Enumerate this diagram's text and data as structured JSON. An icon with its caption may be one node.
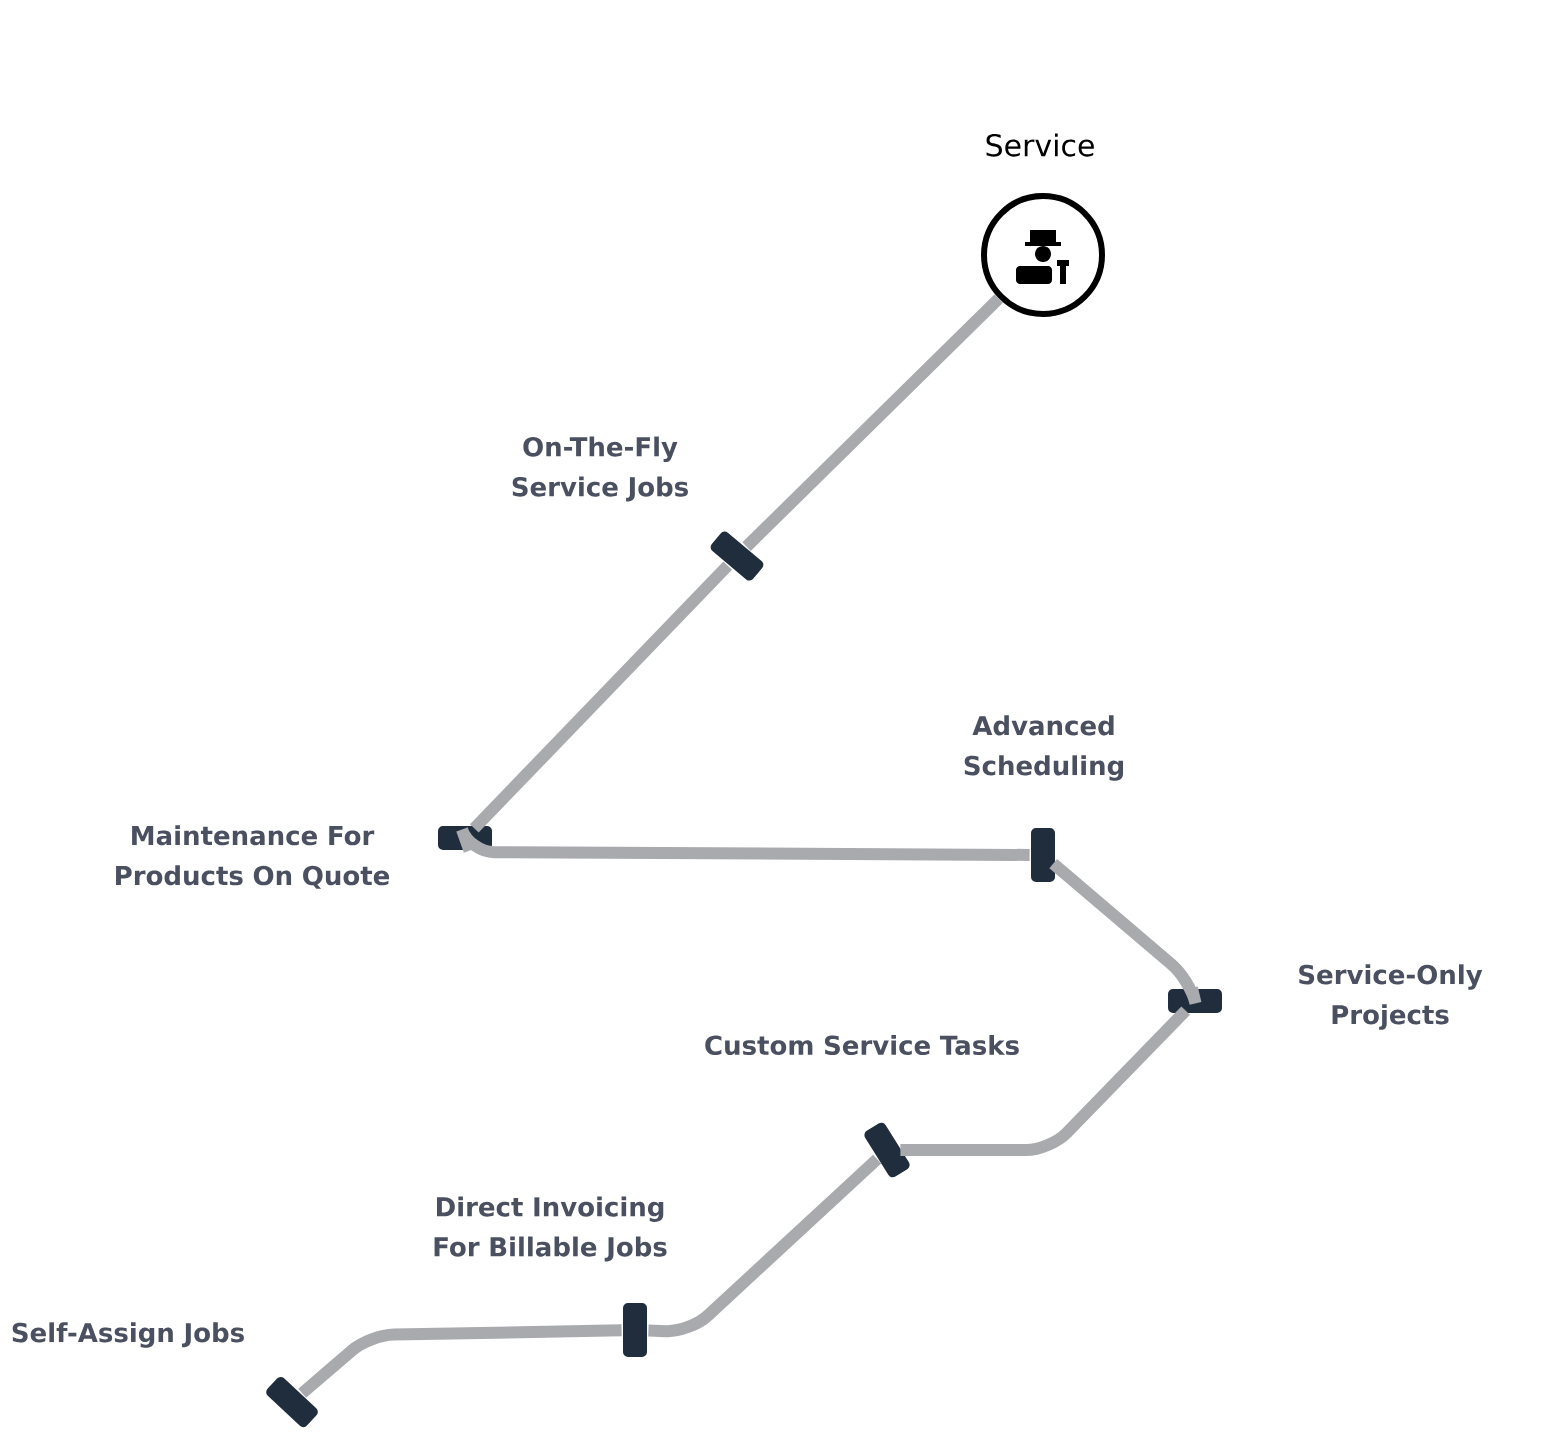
{
  "diagram": {
    "nodes": [
      {
        "text": [
          "Service"
        ]
      },
      {
        "text": [
          "On-The-Fly Service Jobs"
        ]
      },
      {
        "text": [
          "Maintenance For Products On Quote"
        ]
      },
      {
        "text": [
          "Advanced Scheduling"
        ]
      },
      {
        "text": [
          "Service-Only Projects"
        ]
      },
      {
        "text": [
          "Custom Service Tasks"
        ]
      },
      {
        "text": [
          "Direct Invoicing For Billable Jobs"
        ]
      },
      {
        "text": [
          "Self-Assign Jobs"
        ]
      }
    ],
    "edges": [
      {
        "from": 0,
        "to": 1,
        "arrow": "none"
      },
      {
        "from": 1,
        "to": 2,
        "arrow": "none"
      },
      {
        "from": 2,
        "to": 3,
        "arrow": "none"
      },
      {
        "from": 3,
        "to": 4,
        "arrow": "none"
      },
      {
        "from": 4,
        "to": 5,
        "arrow": "none"
      },
      {
        "from": 5,
        "to": 6,
        "arrow": "none"
      },
      {
        "from": 6,
        "to": 7,
        "arrow": "none"
      }
    ]
  }
}
